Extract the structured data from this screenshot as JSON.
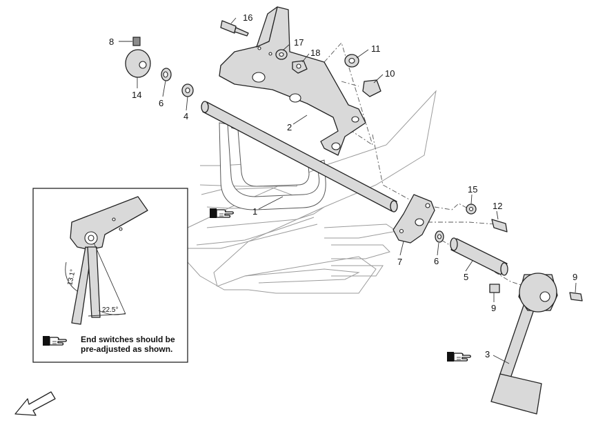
{
  "callouts": {
    "c1": "1",
    "c2": "2",
    "c3": "3",
    "c4": "4",
    "c5": "5",
    "c6a": "6",
    "c6b": "6",
    "c7": "7",
    "c8": "8",
    "c9a": "9",
    "c9b": "9",
    "c10": "10",
    "c11": "11",
    "c12": "12",
    "c14": "14",
    "c15": "15",
    "c16": "16",
    "c17": "17",
    "c18": "18"
  },
  "inset": {
    "angle_a": "13.1°",
    "angle_b": "22.5°",
    "note_line1": "End switches should be",
    "note_line2": "pre-adjusted as shown."
  },
  "icons": [
    "pointing-hand-icon",
    "direction-arrow-icon"
  ]
}
